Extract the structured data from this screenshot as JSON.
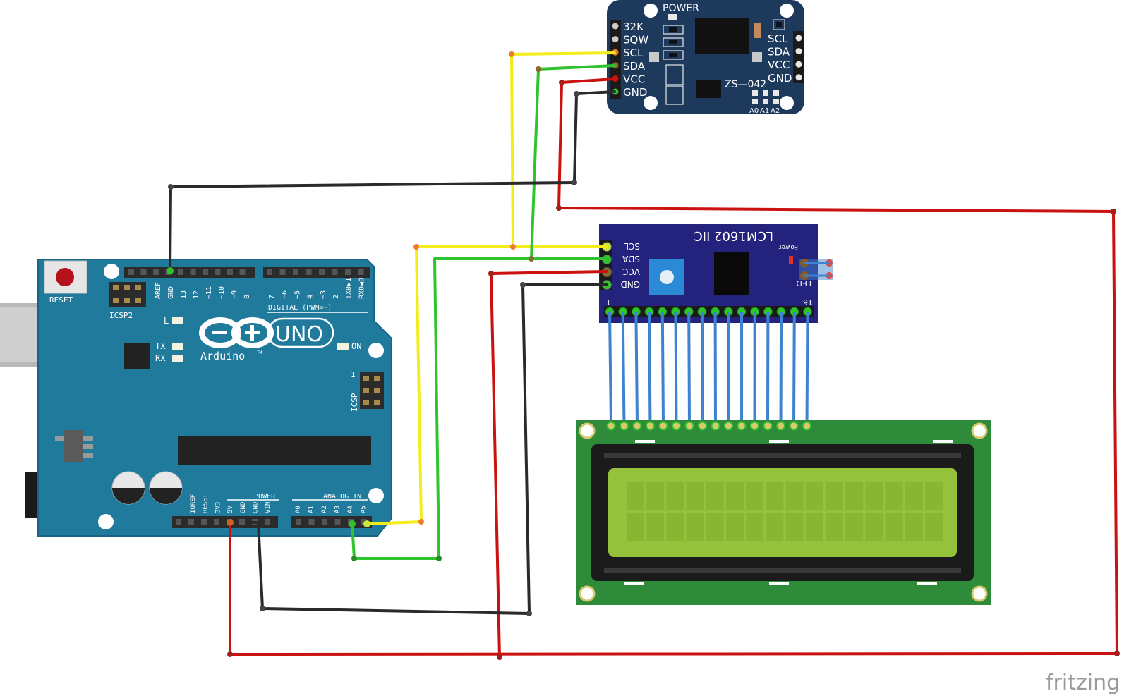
{
  "diagram": {
    "watermark": "fritzing"
  },
  "arduino": {
    "brand": "Arduino",
    "tm": "TM",
    "model": "UNO",
    "reset": "RESET",
    "icsp2": "ICSP2",
    "icsp": "ICSP",
    "icsp_pin1": "1",
    "led_l": "L",
    "led_tx": "TX",
    "led_rx": "RX",
    "led_on": "ON",
    "digital": "DIGITAL (PWM=~)",
    "power": "POWER",
    "analog_in": "ANALOG IN",
    "top_pins": [
      "AREF",
      "GND",
      "13",
      "12",
      "~11",
      "~10",
      "~9",
      "8"
    ],
    "top_pins2": [
      "7",
      "~6",
      "~5",
      "4",
      "~3",
      "2",
      "TX0▶1",
      "RX0◀0"
    ],
    "power_pins": [
      "IOREF",
      "RESET",
      "3V3",
      "5V",
      "GND",
      "GND",
      "VIN"
    ],
    "analog_pins": [
      "A0",
      "A1",
      "A2",
      "A3",
      "A4",
      "A5"
    ]
  },
  "rtc": {
    "power": "POWER",
    "left_pins": [
      "32K",
      "SQW",
      "SCL",
      "SDA",
      "VCC",
      "GND"
    ],
    "right_pins": [
      "SCL",
      "SDA",
      "VCC",
      "GND"
    ],
    "model": "ZS—042",
    "addr": [
      "A0",
      "A1",
      "A2"
    ]
  },
  "i2c": {
    "title": "LCM1602 IIC",
    "power": "Power",
    "pins": [
      "SCL",
      "SDA",
      "VCC",
      "GND"
    ],
    "led": "LED",
    "pin_first": "1",
    "pin_last": "16"
  },
  "lcd": {
    "columns": 16,
    "rows": 2
  },
  "colors": {
    "arduino_board": "#1f7a9c",
    "rtc_board": "#1d3a5c",
    "i2c_board": "#23237e",
    "lcd_pcb": "#2e8b3a",
    "lcd_screen": "#94c23a",
    "wire_yellow": "#f2ec1c",
    "wire_green": "#2fc42f",
    "wire_red": "#cc1111",
    "wire_black": "#2a2a2a",
    "wire_blue": "#3f82cf"
  }
}
